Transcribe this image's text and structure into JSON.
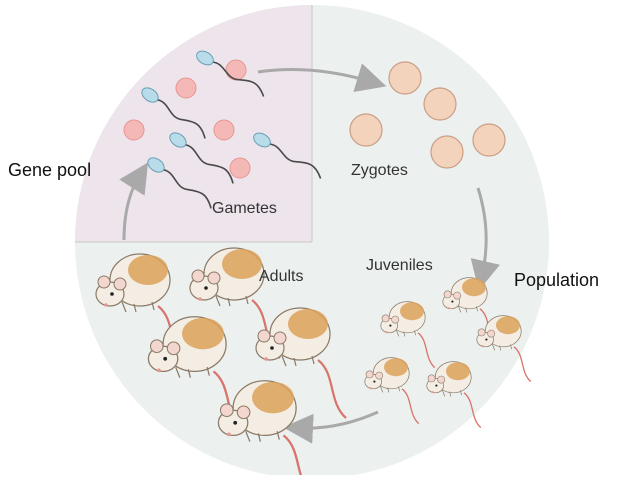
{
  "labels": {
    "gene_pool": "Gene pool",
    "population": "Population",
    "gametes": "Gametes",
    "zygotes": "Zygotes",
    "juveniles": "Juveniles",
    "adults": "Adults"
  },
  "colors": {
    "circle_fill": "#ecf0ef",
    "gene_pool_fill": "#ede4ec",
    "sperm_head": "#b8dcea",
    "egg": "#f4b9b6",
    "zygote": "#f4d3bd",
    "mouse_body": "#f3ede4",
    "mouse_patch": "#dba25b",
    "tail": "#d7746c",
    "arrow": "#a9a9a9"
  }
}
